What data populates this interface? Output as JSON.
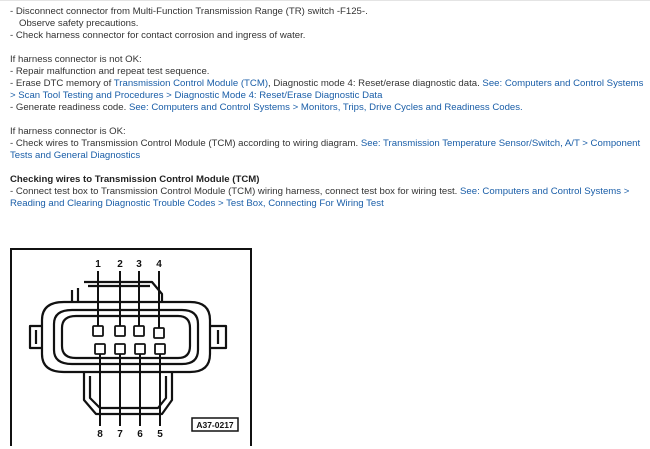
{
  "block1": {
    "line1": "- Disconnect connector from Multi-Function Transmission Range (TR) switch -F125-.",
    "line2": "Observe safety precautions.",
    "line3": "- Check harness connector for contact corrosion and ingress of water."
  },
  "block2": {
    "heading": "If harness connector is not OK:",
    "repair": "- Repair malfunction and repeat test sequence.",
    "erase_prefix": "- Erase DTC memory of ",
    "erase_link1": "Transmission Control Module (TCM)",
    "erase_mid": ", Diagnostic mode 4: Reset/erase diagnostic data. ",
    "erase_link2": "See: Computers and Control Systems > Scan Tool Testing and Procedures > Diagnostic Mode 4: Reset/Erase Diagnostic Data",
    "generate_prefix": "- Generate readiness code. ",
    "generate_link": "See: Computers and Control Systems > Monitors, Trips, Drive Cycles and Readiness Codes."
  },
  "block3": {
    "heading": "If harness connector is OK:",
    "check_prefix": "- Check wires to Transmission Control Module (TCM) according to wiring diagram. ",
    "check_link": "See: Transmission Temperature Sensor/Switch, A/T > Component Tests and General Diagnostics"
  },
  "block4": {
    "heading": "Checking wires to Transmission Control Module (TCM)",
    "connect_prefix": "- Connect test box to Transmission Control Module (TCM) wiring harness, connect test box for wiring test. ",
    "connect_link": "See: Computers and Control Systems > Reading and Clearing Diagnostic Trouble Codes > Test Box, Connecting For Wiring Test"
  },
  "diagram": {
    "top_labels": [
      "1",
      "2",
      "3",
      "4"
    ],
    "bottom_labels": [
      "8",
      "7",
      "6",
      "5"
    ],
    "figure_id": "A37-0217"
  },
  "colors": {
    "link": "#1a5ea8",
    "text": "#333333"
  }
}
